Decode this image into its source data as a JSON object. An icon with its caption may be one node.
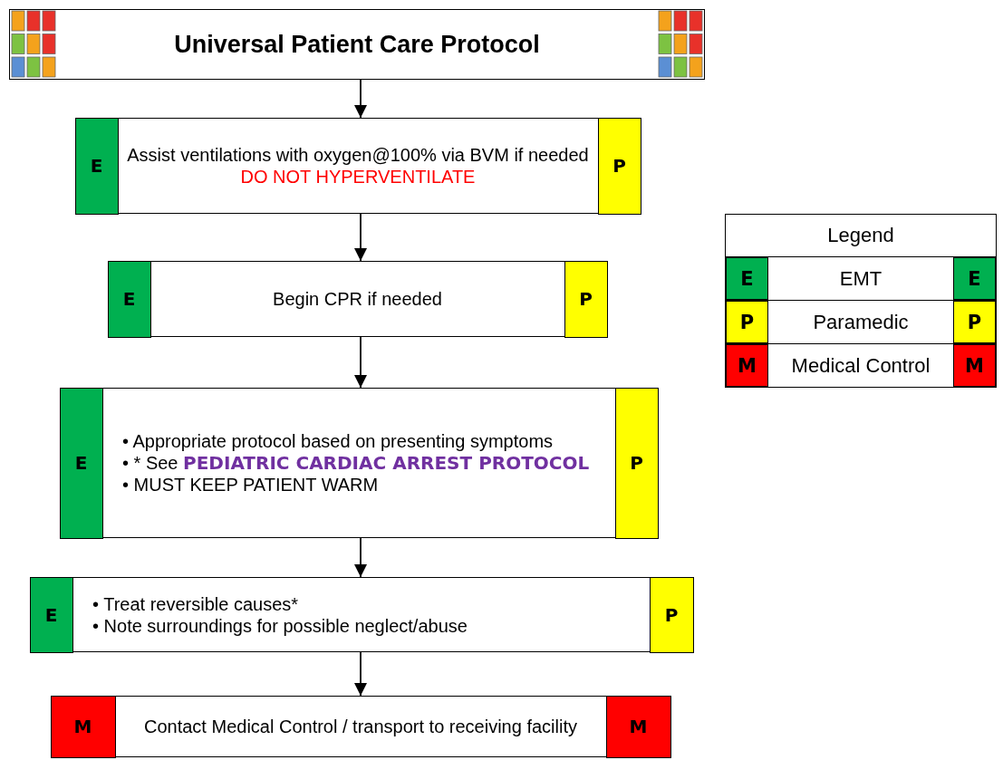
{
  "diagram": {
    "nodes": [
      {
        "text": [
          "Universal Patient Care Protocol"
        ]
      },
      {
        "text": [
          "Assist ventilations with oxygen@100% via BVM if needed",
          "DO NOT HYPERVENTILATE"
        ]
      },
      {
        "text": [
          "E"
        ],
        "in": 1
      },
      {
        "text": [
          "P"
        ],
        "in": 1
      },
      {
        "text": [
          "Begin CPR if needed"
        ]
      },
      {
        "text": [
          "E"
        ],
        "in": 4
      },
      {
        "text": [
          "P"
        ],
        "in": 4
      },
      {
        "text": [
          "• Appropriate protocol based on presenting symptoms",
          "• * See **PEDIATRIC CARDIAC ARREST PROTOCOL**",
          "• MUST KEEP PATIENT WARM"
        ]
      },
      {
        "text": [
          "E"
        ],
        "in": 7
      },
      {
        "text": [
          "P"
        ],
        "in": 7
      },
      {
        "text": [
          "• Treat reversible causes*",
          "• Note surroundings for possible neglect/abuse"
        ]
      },
      {
        "text": [
          "E"
        ],
        "in": 10
      },
      {
        "text": [
          "P"
        ],
        "in": 10
      },
      {
        "text": [
          "Contact Medical Control / transport to receiving facility"
        ]
      },
      {
        "text": [
          "M"
        ],
        "in": 13
      },
      {
        "text": [
          "M"
        ],
        "in": 13
      }
    ],
    "edges": [
      {
        "from": 0,
        "to": 1,
        "arrow": "to"
      },
      {
        "from": 1,
        "to": 4,
        "arrow": "to"
      },
      {
        "from": 4,
        "to": 7,
        "arrow": "to"
      },
      {
        "from": 7,
        "to": 10,
        "arrow": "to"
      },
      {
        "from": 10,
        "to": 13,
        "arrow": "to"
      }
    ],
    "labels": [
      "Legend",
      "E",
      "E",
      "P",
      "P",
      "M",
      "M"
    ],
    "legend": [
      {
        "text": "EMT",
        "color": "#00b050"
      },
      {
        "text": "Paramedic",
        "color": "#ffff00"
      },
      {
        "text": "Medical Control",
        "color": "#ff0000"
      }
    ]
  }
}
